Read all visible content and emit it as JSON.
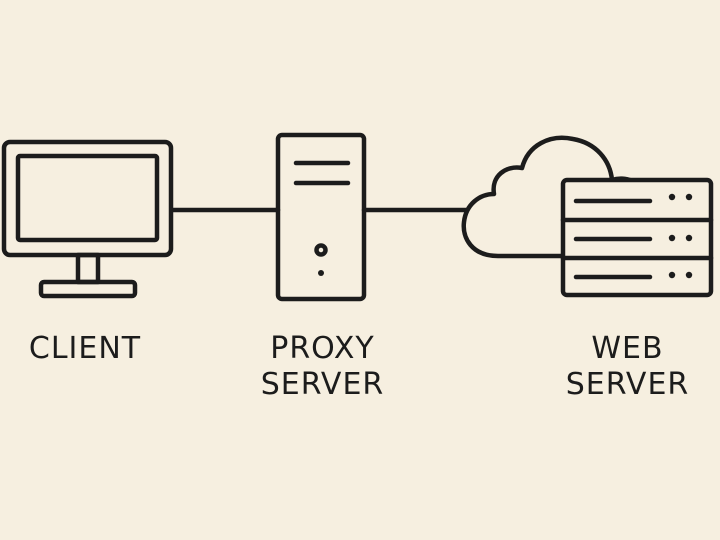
{
  "diagram": {
    "nodes": [
      {
        "id": "client",
        "label_lines": [
          "CLIENT"
        ],
        "icon": "monitor-icon"
      },
      {
        "id": "proxy",
        "label_lines": [
          "PROXY",
          "SERVER"
        ],
        "icon": "server-tower-icon"
      },
      {
        "id": "web",
        "label_lines": [
          "WEB",
          "SERVER"
        ],
        "icon": "cloud-server-rack-icon"
      }
    ],
    "edges": [
      {
        "from": "client",
        "to": "proxy"
      },
      {
        "from": "proxy",
        "to": "web"
      }
    ],
    "colors": {
      "background": "#f6efe0",
      "ink": "#1c1c1c"
    }
  }
}
